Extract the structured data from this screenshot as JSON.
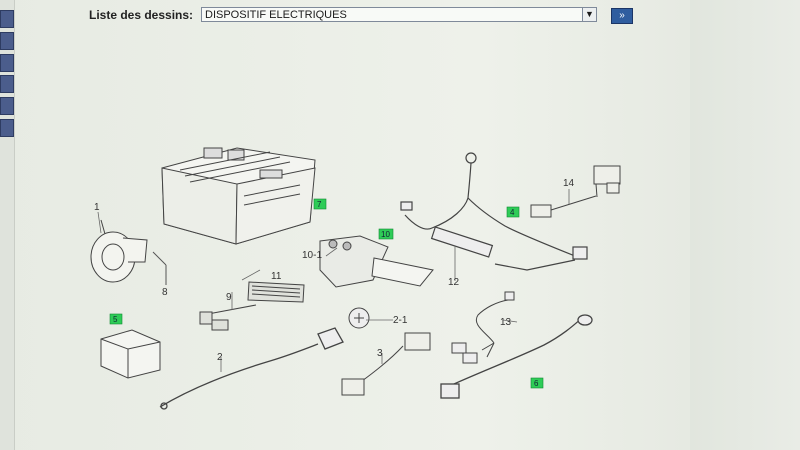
{
  "sidebar": {
    "buttons": [
      "nav-1",
      "nav-2",
      "nav-3",
      "nav-4",
      "nav-5",
      "nav-6"
    ]
  },
  "toolbar": {
    "label": "Liste des dessins:",
    "selected": "DISPOSITIF ELECTRIQUES",
    "arrow": "▼",
    "go": "»"
  },
  "diagram": {
    "labels": {
      "l1": "1",
      "l8": "8",
      "l10_1": "10-1",
      "l11": "11",
      "l9": "9",
      "l2": "2",
      "l2_1": "2-1",
      "l3": "3",
      "l12": "12",
      "l13": "13",
      "l14": "14"
    },
    "tags": {
      "t7": "7",
      "t10": "10",
      "t4": "4",
      "t5": "5",
      "t6": "6"
    }
  }
}
